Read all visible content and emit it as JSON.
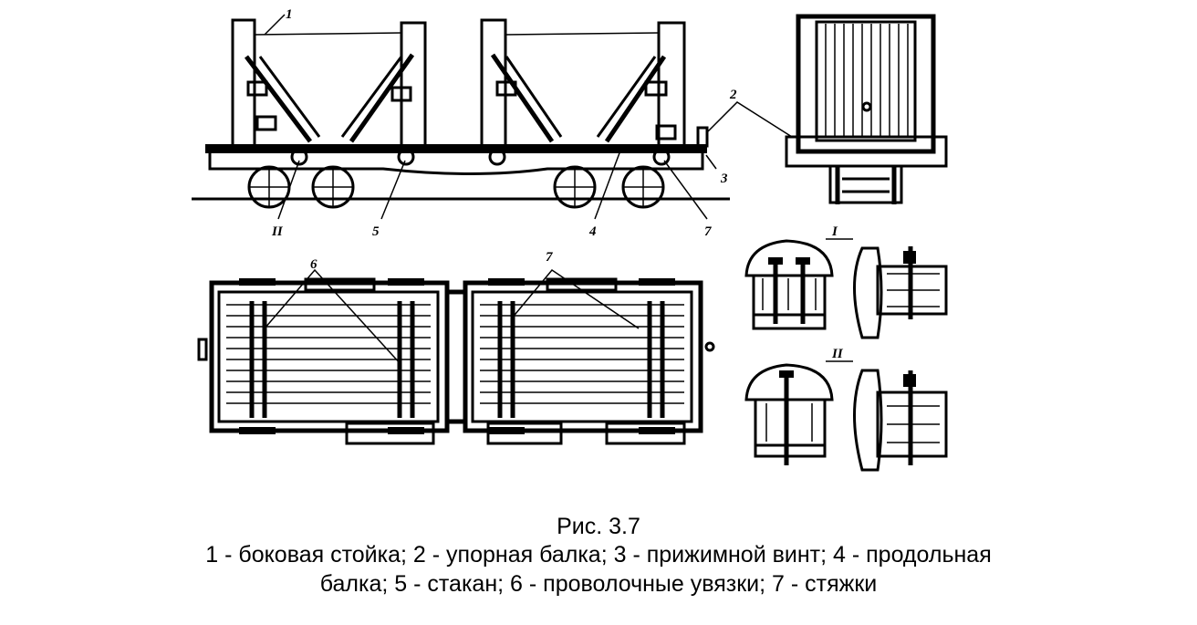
{
  "labels": {
    "side_1": "1",
    "side_2": "2",
    "side_3": "3",
    "side_4": "4",
    "side_5": "5",
    "side_7": "7",
    "side_ii": "II",
    "top_6": "6",
    "top_7": "7",
    "detail_i": "I",
    "detail_ii": "II"
  },
  "caption": {
    "figure": "Рис. 3.7",
    "legend_line1": "1 - боковая стойка; 2 - упорная балка; 3 - прижимной винт; 4 - продольная",
    "legend_line2": "балка; 5 - стакан; 6 - проволочные увязки; 7 - стяжки"
  }
}
